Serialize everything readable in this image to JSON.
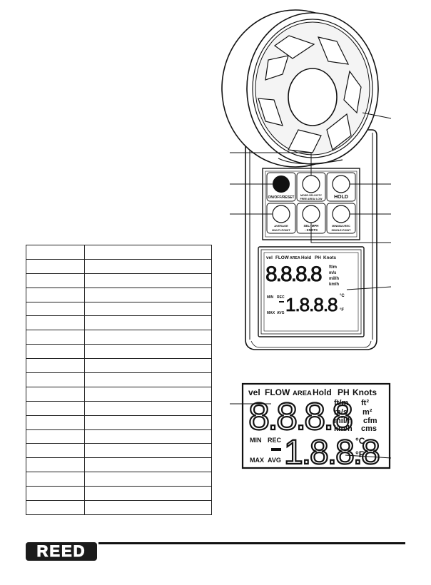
{
  "brand": {
    "logo_text": "REED"
  },
  "meter": {
    "buttons": {
      "on_off_reset": "ON/OFF/RESET",
      "mode_1": "MODE-VELOCITY",
      "mode_2": "FREE AREA/ LOW",
      "hold": "HOLD",
      "average_1": "AVERAGE",
      "average_2": "MULTI-POINT",
      "sel_1": "SEL- MPH",
      "sel_2": "- KNOTS",
      "minmax_1": "MIN/MAX/REC",
      "minmax_2": "SINGLE-POINT"
    }
  },
  "lcd": {
    "modes": [
      "vel",
      "FLOW",
      "AREA",
      "Hold",
      "PH",
      "Knots"
    ],
    "main_digits": "8.8.8.8",
    "units": [
      "ft/m",
      "ft²",
      "m/s",
      "m²",
      "mil/h",
      "cfm",
      "km/h",
      "cms"
    ],
    "min": "MIN",
    "rec": "REC",
    "max": "MAX",
    "avg": "AVG",
    "temp_digits": "1.8.8.8",
    "celsius": "°C",
    "fahrenheit": "°F"
  }
}
